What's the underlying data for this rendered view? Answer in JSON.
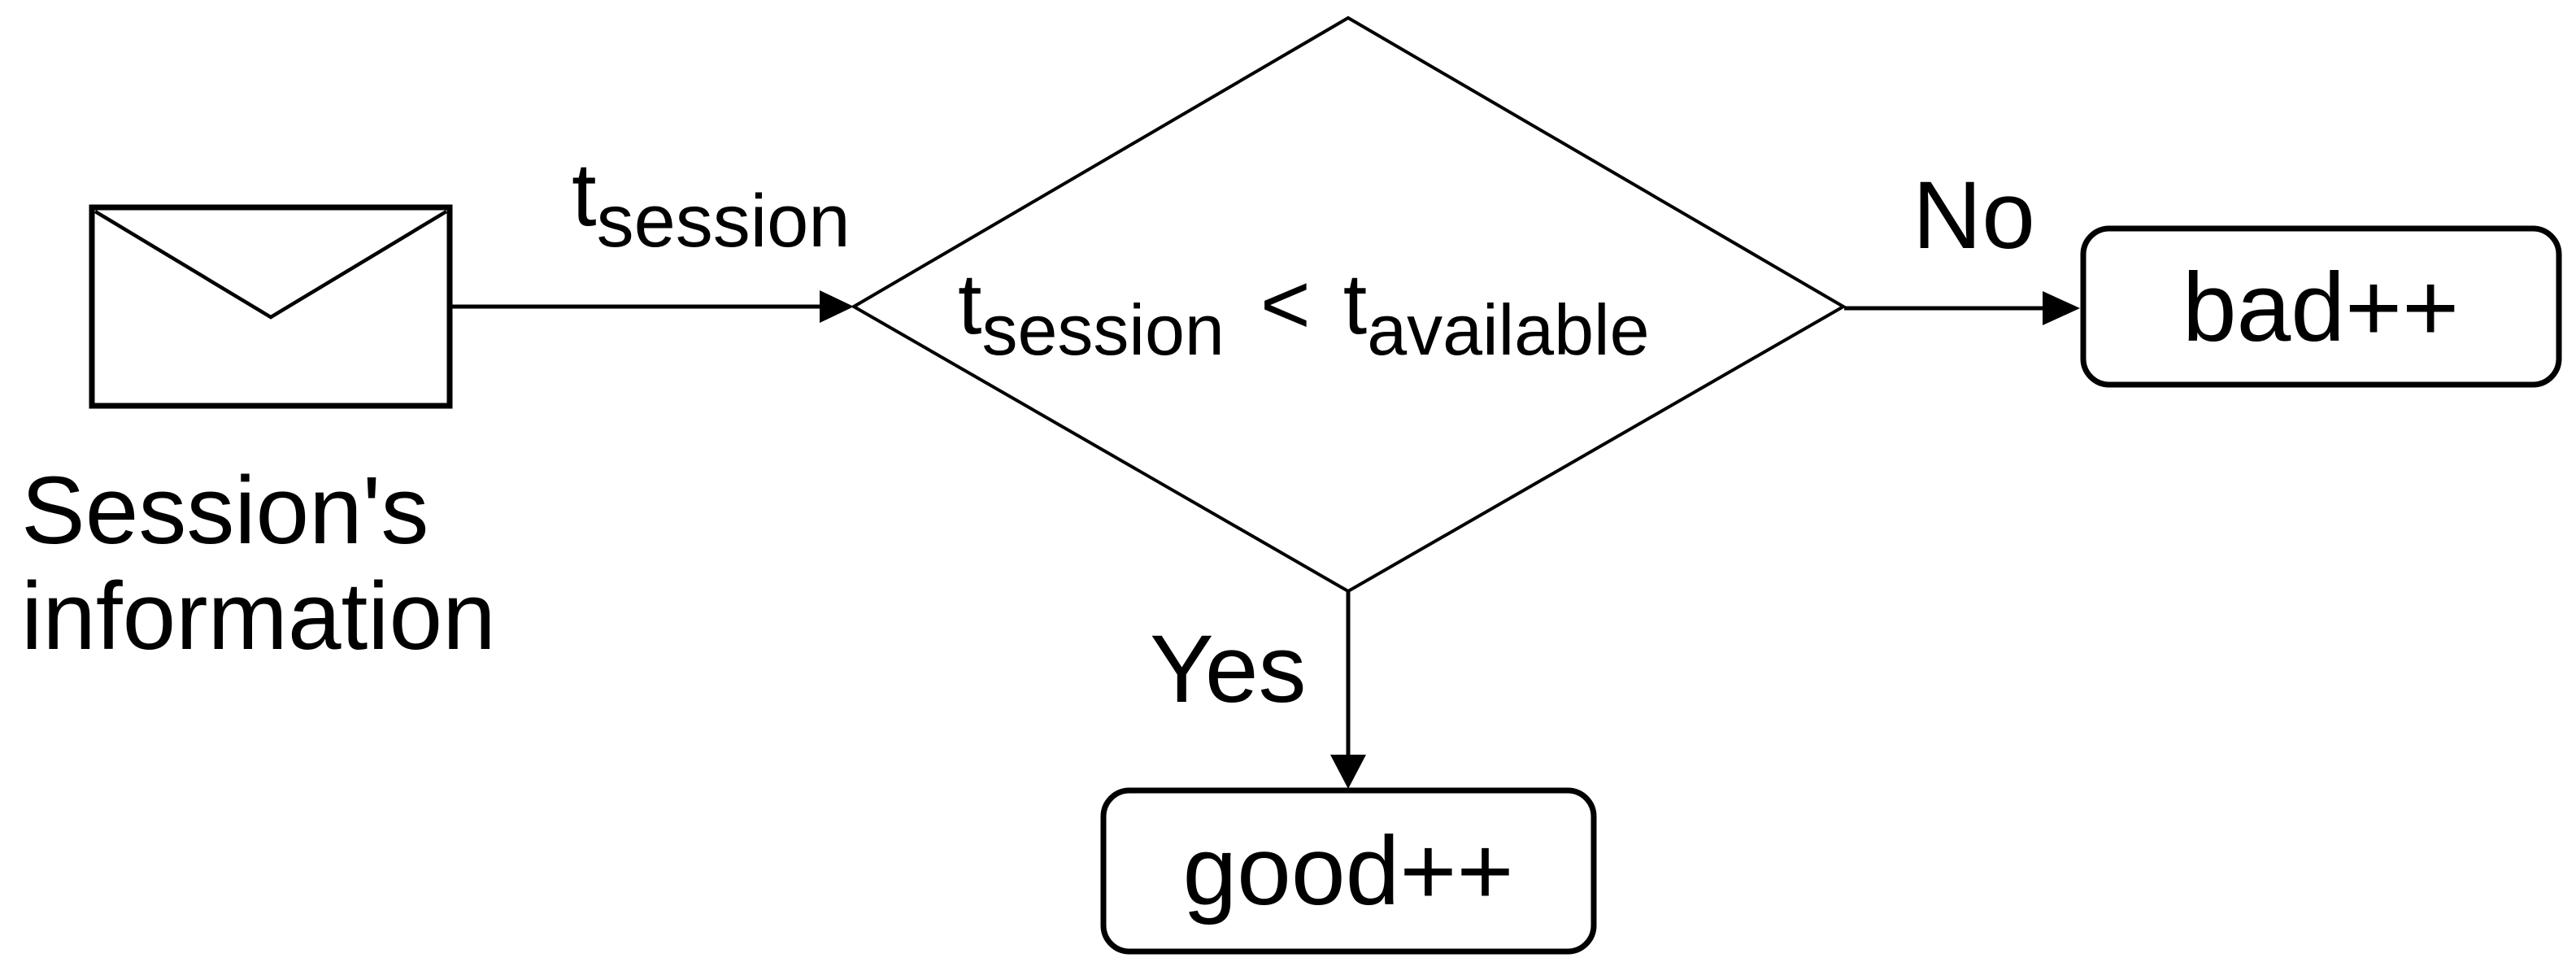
{
  "diagram": {
    "session_node": {
      "icon": "envelope-icon",
      "label_line1": "Session's",
      "label_line2": "information"
    },
    "input_edge": {
      "label_base": "t",
      "label_sub": "session"
    },
    "decision_node": {
      "left_base": "t",
      "left_sub": "session",
      "operator": "<",
      "right_base": "t",
      "right_sub": "available"
    },
    "no_edge": {
      "label": "No"
    },
    "yes_edge": {
      "label": "Yes"
    },
    "bad_node": {
      "label": "bad++"
    },
    "good_node": {
      "label": "good++"
    }
  },
  "colors": {
    "stroke": "#000000",
    "background": "#ffffff"
  }
}
